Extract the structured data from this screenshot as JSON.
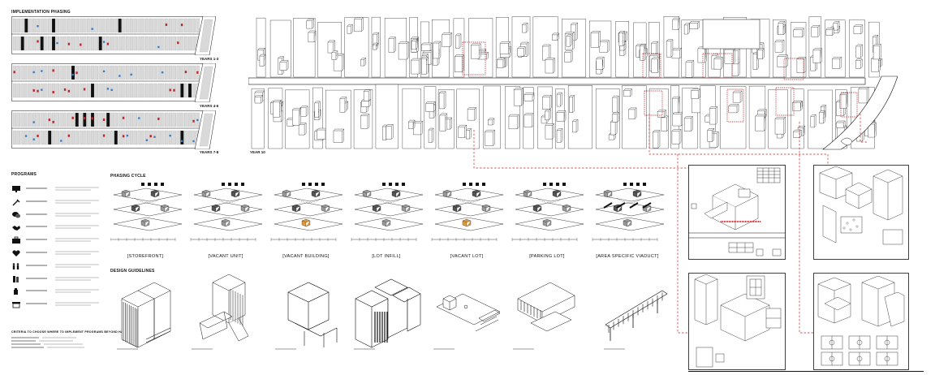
{
  "phasing": {
    "title": "IMPLEMENTATION PHASING",
    "years": [
      "YEARS 1-3",
      "YEARS 4-6",
      "YEARS 7-8"
    ]
  },
  "main_map": {
    "label": "YEAR 10"
  },
  "programs": {
    "title": "PROGRAMS",
    "items": [
      {
        "icon": "monitor-icon"
      },
      {
        "icon": "tools-icon"
      },
      {
        "icon": "chat-icon"
      },
      {
        "icon": "handshake-icon"
      },
      {
        "icon": "briefcase-icon"
      },
      {
        "icon": "heart-icon"
      },
      {
        "icon": "people-icon"
      },
      {
        "icon": "books-icon"
      },
      {
        "icon": "bottle-icon"
      },
      {
        "icon": "storefront-icon"
      }
    ]
  },
  "criteria": {
    "title": "CRITERIA TO CHOOSE WHERE TO IMPLEMENT PROGRAMS BEYOND HAULING"
  },
  "phasing_cycle": {
    "title": "PHASING CYCLE",
    "labels": [
      "[STOREFRONT]",
      "[VACANT UNIT]",
      "[VACANT BUILDING]",
      "[LOT INFILL]",
      "[VACANT LOT]",
      "[PARKING LOT]",
      "[AREA SPECIFIC VIADUCT]"
    ]
  },
  "design_guidelines": {
    "title": "DESIGN GUIDELINES"
  },
  "colors": {
    "accent_red": "#c0292b",
    "accent_blue": "#3a7fc4",
    "accent_orange": "#e19a3b",
    "line": "#111111"
  }
}
